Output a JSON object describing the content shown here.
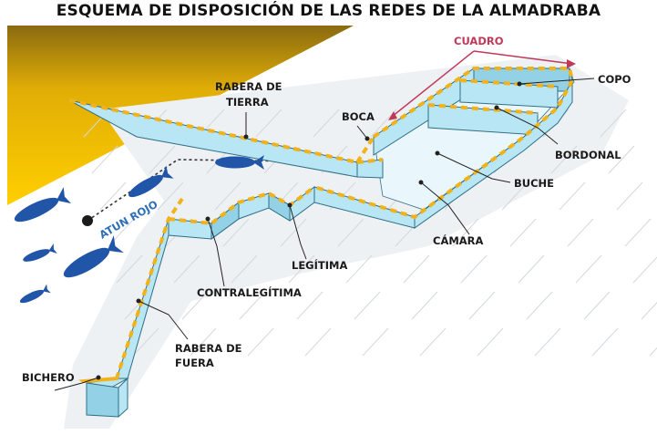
{
  "title": "ESQUEMA DE DISPOSICIÓN DE LAS REDES DE LA ALMADRABA",
  "labels": {
    "cuadro": "CUADRO",
    "copo": "COPO",
    "rabera_de_tierra": [
      "RABERA DE",
      "TIERRA"
    ],
    "boca": "BOCA",
    "bordonal": "BORDONAL",
    "buche": "BUCHE",
    "atun_rojo": "ATUN ROJO",
    "camara": "CÁMARA",
    "legitima": "LEGÍTIMA",
    "contralegitima": "CONTRALEGÍTIMA",
    "rabera_de_fuera": [
      "RABERA DE",
      "FUERA"
    ],
    "bichero": "BICHERO"
  },
  "colors": {
    "title": "#111111",
    "cuadro_label": "#c0395a",
    "atun_label": "#2e6fb5",
    "net_wall": "#b8e6f4",
    "float_line": "#f2b31a",
    "beach": "#f5c000",
    "fish": "#2155a8"
  }
}
